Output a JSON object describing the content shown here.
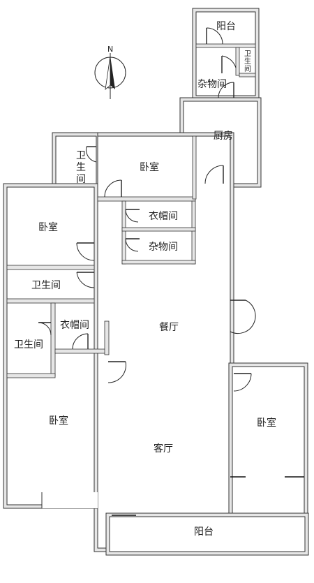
{
  "compass": {
    "north_label": "N"
  },
  "rooms": {
    "balcony_top": "阳台",
    "wc_small": "卫生间",
    "storage_top": "杂物间",
    "kitchen": "厨房",
    "wc_top_left": "卫生间",
    "bedroom_top": "卧室",
    "wardrobe_top": "衣帽间",
    "storage_mid": "杂物间",
    "bedroom_left": "卧室",
    "wc_mid_left": "卫生间",
    "wardrobe_left": "衣帽间",
    "wc_lower_left": "卫生间",
    "dining": "餐厅",
    "bedroom_bottom_left": "卧室",
    "living": "客厅",
    "bedroom_right": "卧室",
    "balcony_bottom": "阳台"
  }
}
